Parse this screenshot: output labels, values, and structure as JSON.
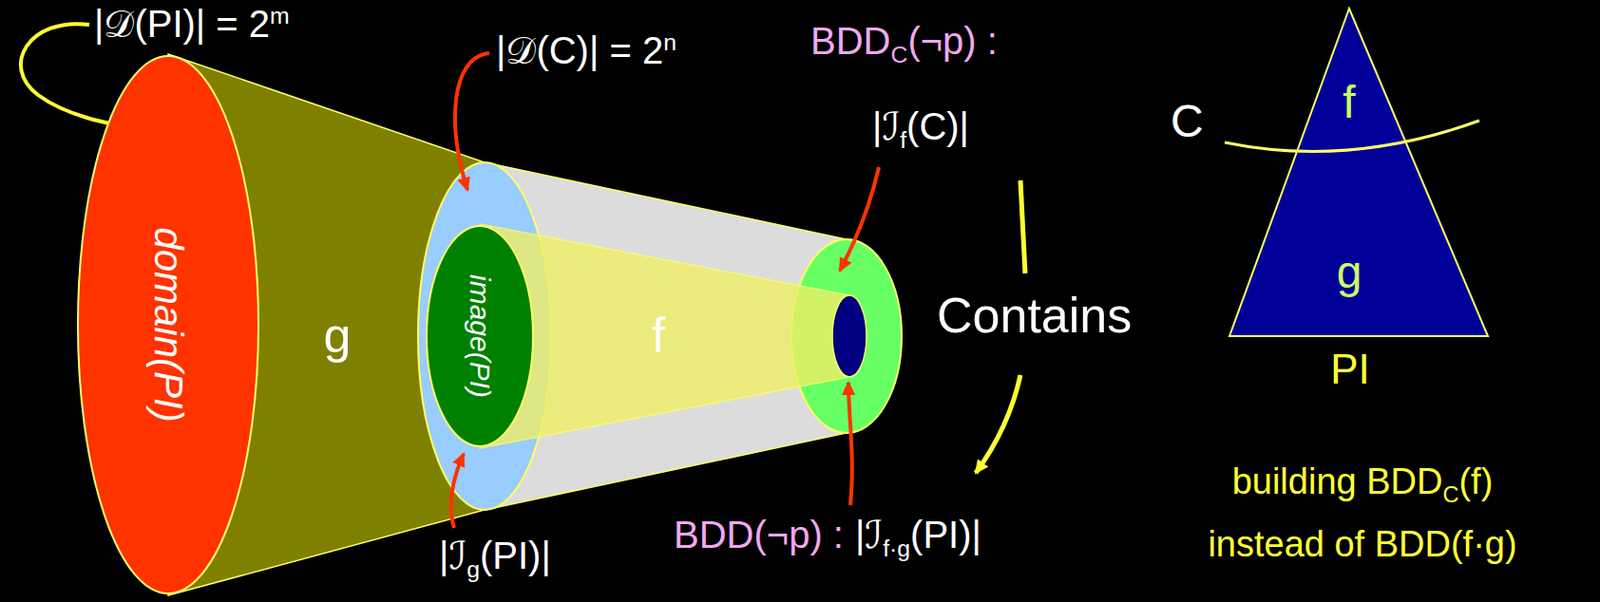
{
  "diagram": {
    "nodes": [
      {
        "text": [
          "domain(PI)"
        ]
      },
      {
        "text": [
          "image(PI)"
        ]
      },
      {
        "text": [
          "f",
          "g"
        ]
      }
    ],
    "labels": [
      "|𝒟(PI)| = 2",
      "m",
      "|𝒟(C)| = 2",
      "n",
      "BDD",
      "C",
      "(¬p) :",
      "|ℐ",
      "f",
      "(C)|",
      "Contains",
      "BDD(¬p) :",
      "|ℐ",
      "f·g",
      "(PI)|",
      "|ℐ",
      "g",
      "(PI)|",
      "building BDD",
      "C",
      "(f)",
      "instead of BDD(f·g)",
      "g",
      "f",
      "C",
      "PI"
    ]
  }
}
